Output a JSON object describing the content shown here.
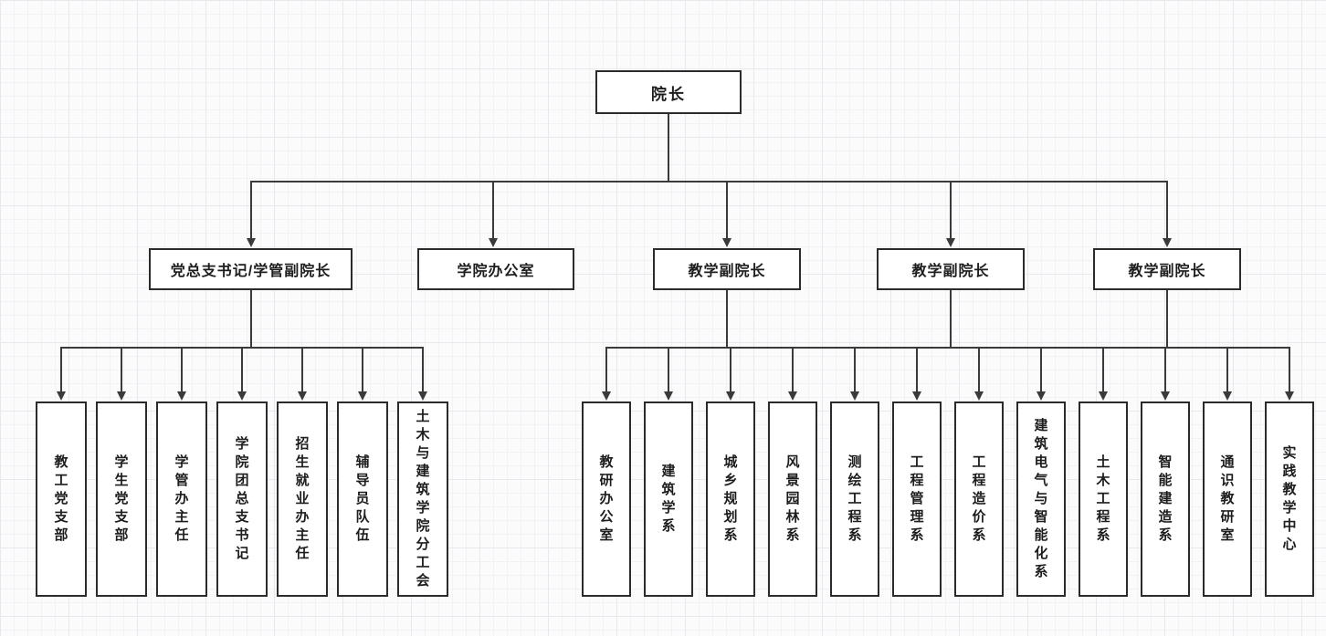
{
  "org": {
    "root": "院长",
    "level2": [
      "党总支书记/学管副院长",
      "学院办公室",
      "教学副院长",
      "教学副院长",
      "教学副院长"
    ],
    "admin_branch": [
      "教工党支部",
      "学生党支部",
      "学管办主任",
      "学院团总支书记",
      "招生就业办主任",
      "辅导员队伍",
      "土木与建筑学院分工会"
    ],
    "academic_branch": [
      "教研办公室",
      "建筑学系",
      "城乡规划系",
      "风景园林系",
      "测绘工程系",
      "工程管理系",
      "工程造价系",
      "建筑电气与智能化系",
      "土木工程系",
      "智能建造系",
      "通识教研室",
      "实践教学中心"
    ]
  },
  "colors": {
    "box_fill": "#ffffff",
    "box_border": "#2b2b2b",
    "connector": "#3a3a3a",
    "text": "#1d1d1d",
    "grid_minor": "#f1f2f5",
    "grid_major": "#e6e8ed",
    "canvas_background": "#fbfbfc"
  }
}
